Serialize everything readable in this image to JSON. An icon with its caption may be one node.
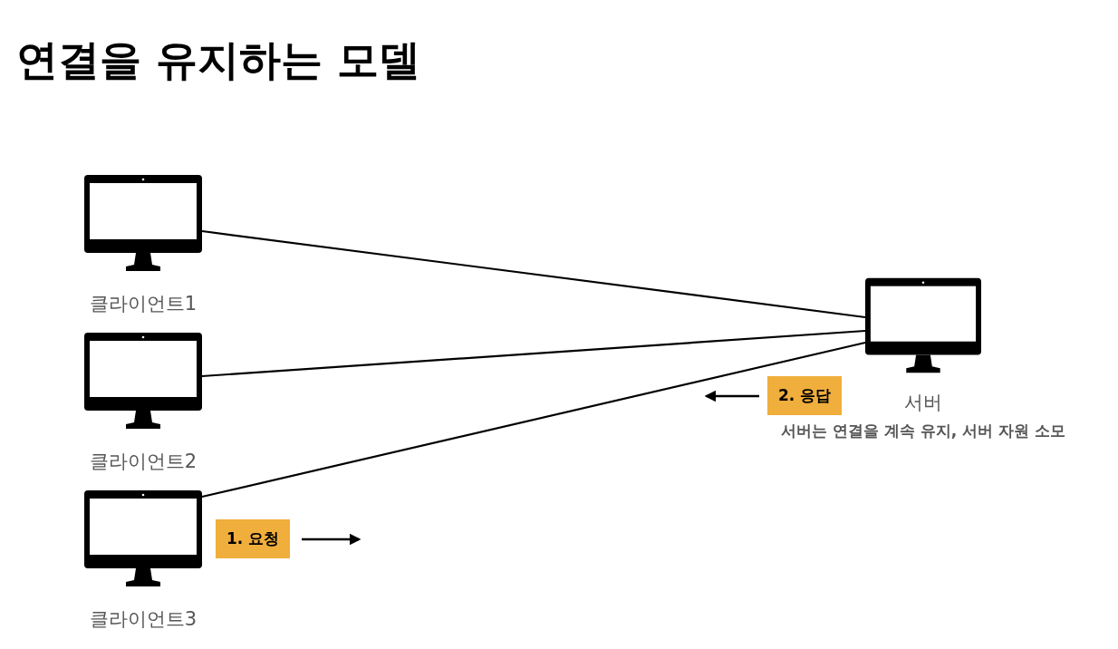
{
  "diagram": {
    "title": "연결을 유지하는 모델",
    "nodes": [
      {
        "text": [
          "클라이언트1"
        ]
      },
      {
        "text": [
          "클라이언트2"
        ]
      },
      {
        "text": [
          "클라이언트3"
        ]
      },
      {
        "text": [
          "서버"
        ],
        "beside": [
          "서버는 연결을 계속 유지, 서버 자원 소모"
        ]
      }
    ],
    "edges": [
      {
        "from": 0,
        "to": 3,
        "arrow": "none"
      },
      {
        "from": 1,
        "to": 3,
        "arrow": "none"
      },
      {
        "from": 2,
        "to": 3,
        "arrow": "none"
      }
    ],
    "labels": [
      "2. 응답",
      "1. 요청"
    ]
  }
}
